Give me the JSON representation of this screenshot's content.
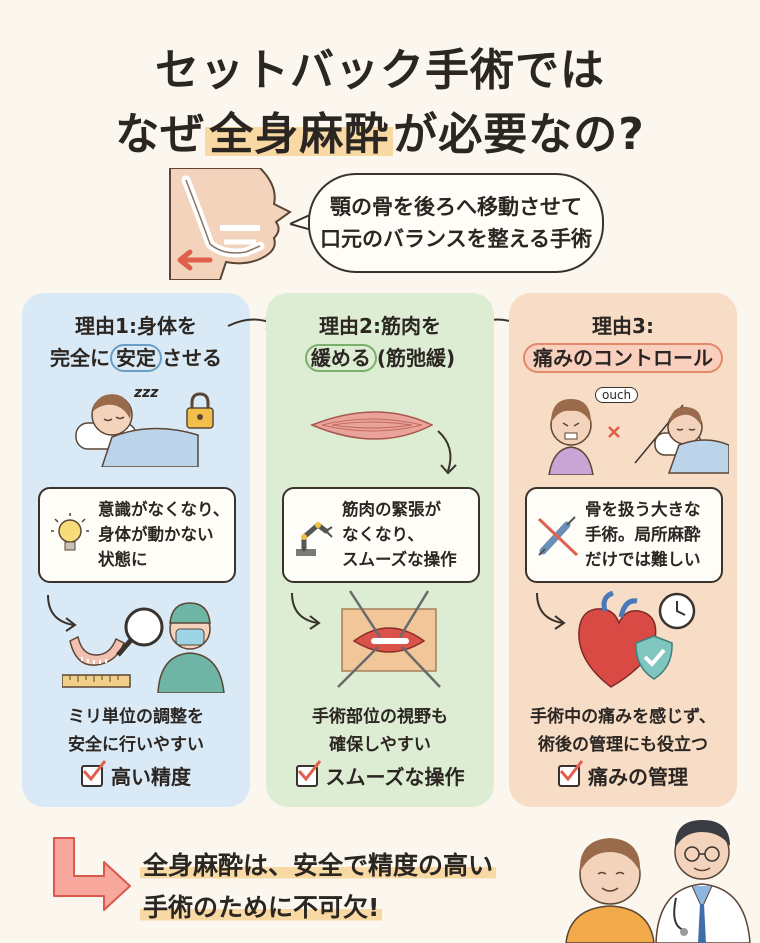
{
  "title": {
    "line1": "セットバック手術では",
    "line2_pre": "なぜ",
    "line2_highlight": "全身麻酔",
    "line2_post": "が必要なの?"
  },
  "bubble": {
    "line1": "顎の骨を後ろへ移動させて",
    "line2": "口元のバランスを整える手術"
  },
  "reasons": [
    {
      "title_line1": "理由1:身体を",
      "title_line2_pre": "完全に",
      "title_line2_circled": "安定",
      "title_line2_post": "させる",
      "card": [
        "意識がなくなり、",
        "身体が動かない",
        "状態に"
      ],
      "result": [
        "ミリ単位の調整を",
        "安全に行いやすい"
      ],
      "check": "高い精度"
    },
    {
      "title_line1": "理由2:筋肉を",
      "title_line2_circled": "緩める",
      "title_line2_post": "(筋弛緩)",
      "card": [
        "筋肉の緊張が",
        "なくなり、",
        "スムーズな操作"
      ],
      "result": [
        "手術部位の視野も",
        "確保しやすい"
      ],
      "check": "スムーズな操作"
    },
    {
      "title_line1": "理由3:",
      "title_line2_circled": "痛みのコントロール",
      "card": [
        "骨を扱う大きな",
        "手術。局所麻酔",
        "だけでは難しい"
      ],
      "result": [
        "手術中の痛みを感じず、",
        "術後の管理にも役立つ"
      ],
      "check": "痛みの管理"
    }
  ],
  "ouch_label": "ouch",
  "zzz_label": "zzz",
  "conclusion": {
    "line1": "全身麻酔は、安全で精度の高い",
    "line2": "手術のために不可欠!"
  },
  "colors": {
    "panel1": "#d9eaf6",
    "panel2": "#dcedd3",
    "panel3": "#f7dcc6",
    "highlight": "#f8d9a4",
    "arrow_red": "#e0604e"
  }
}
